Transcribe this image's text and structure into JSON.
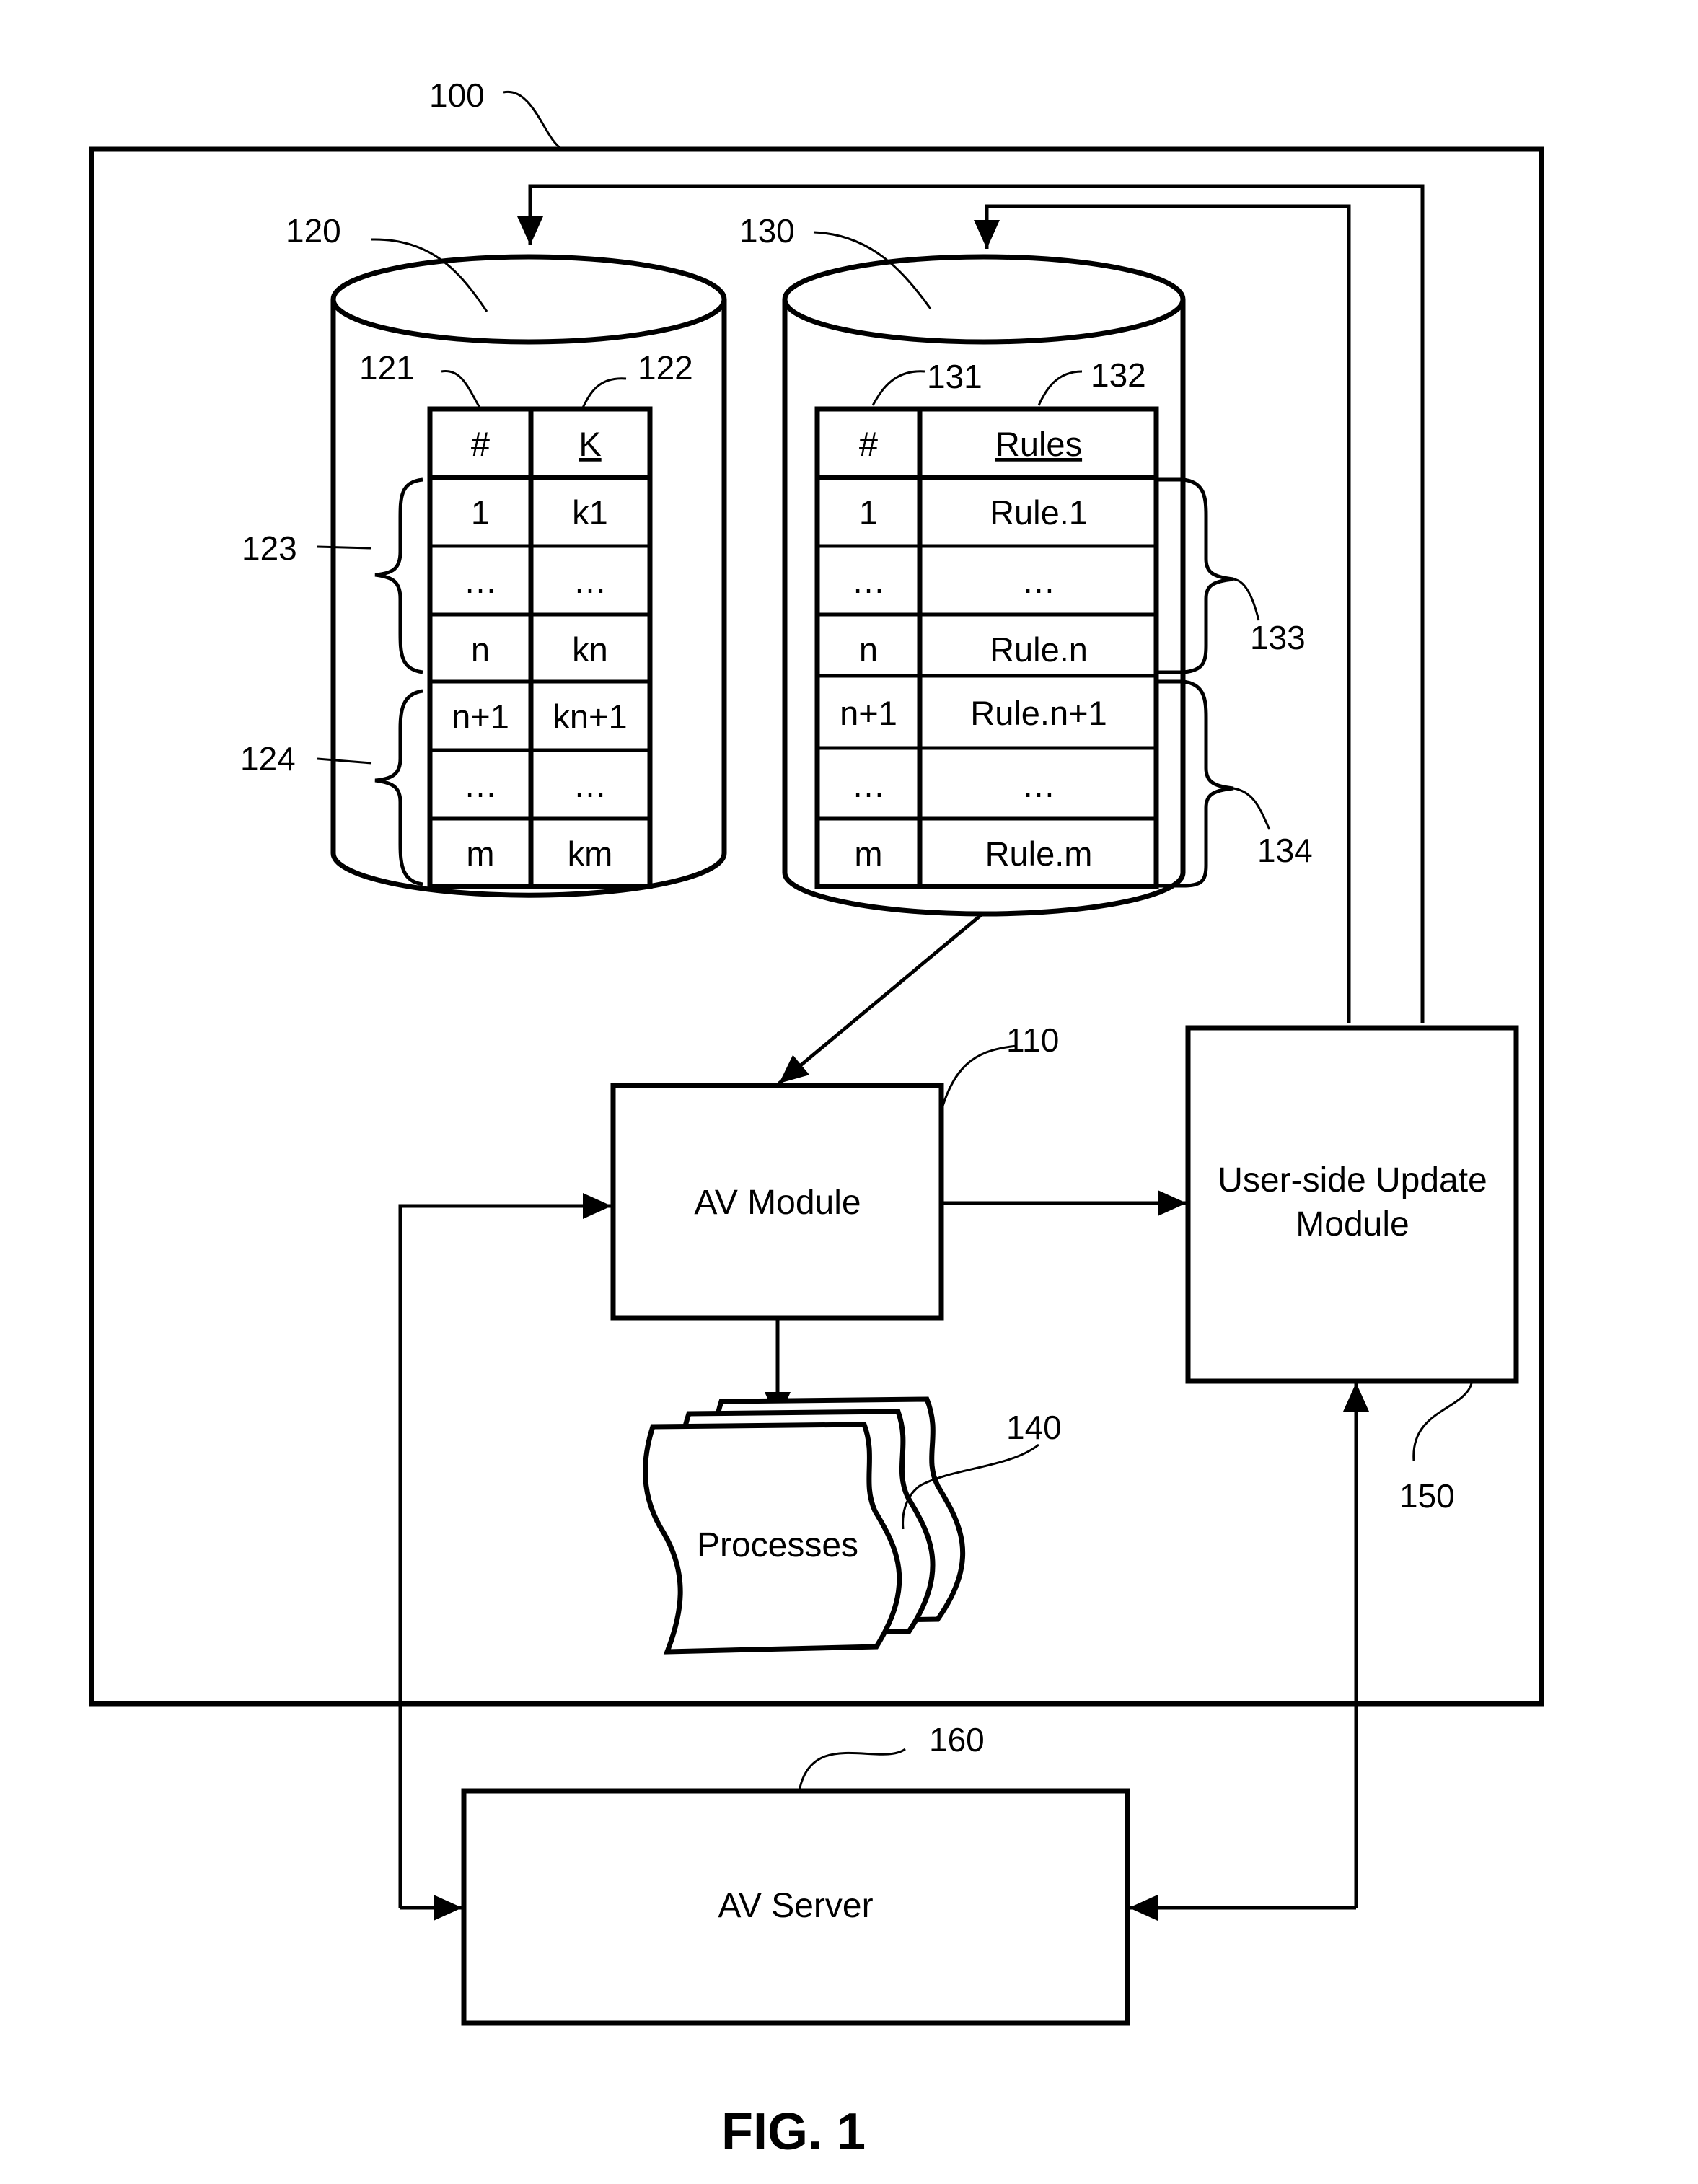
{
  "refs": {
    "system": "100",
    "db_keys": "120",
    "db_keys_col_num": "121",
    "db_keys_col_k": "122",
    "db_keys_group_1": "123",
    "db_keys_group_2": "124",
    "db_rules": "130",
    "db_rules_col_num": "131",
    "db_rules_col_rules": "132",
    "db_rules_group_1": "133",
    "db_rules_group_2": "134",
    "av_module": "110",
    "processes": "140",
    "update_module": "150",
    "av_server": "160"
  },
  "keys_table": {
    "headers": [
      "#",
      "K"
    ],
    "rows": [
      [
        "1",
        "k1"
      ],
      [
        "…",
        "…"
      ],
      [
        "n",
        "kn"
      ],
      [
        "n+1",
        "kn+1"
      ],
      [
        "…",
        "…"
      ],
      [
        "m",
        "km"
      ]
    ]
  },
  "rules_table": {
    "headers": [
      "#",
      "Rules"
    ],
    "rows": [
      [
        "1",
        "Rule.1"
      ],
      [
        "…",
        "…"
      ],
      [
        "n",
        "Rule.n"
      ],
      [
        "n+1",
        "Rule.n+1"
      ],
      [
        "…",
        "…"
      ],
      [
        "m",
        "Rule.m"
      ]
    ]
  },
  "labels": {
    "av_module": "AV Module",
    "update_module_line1": "User-side Update",
    "update_module_line2": "Module",
    "processes": "Processes",
    "av_server": "AV Server",
    "figure": "FIG. 1"
  }
}
